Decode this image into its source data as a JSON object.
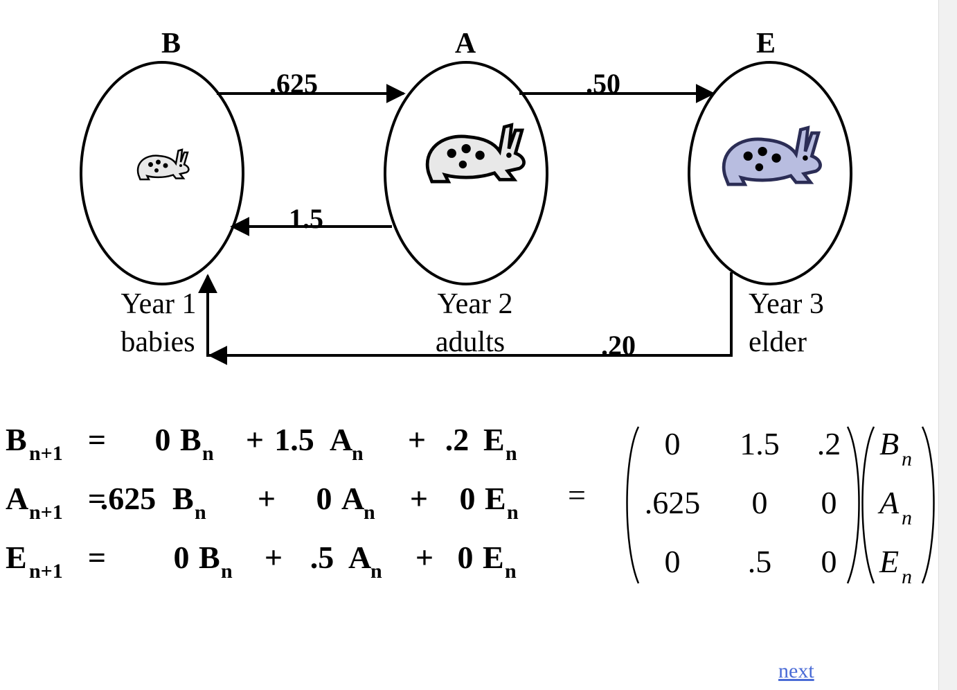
{
  "stages": [
    {
      "id": "B",
      "letter": "B",
      "year": "Year 1",
      "name": "babies"
    },
    {
      "id": "A",
      "letter": "A",
      "year": "Year 2",
      "name": "adults"
    },
    {
      "id": "E",
      "letter": "E",
      "year": "Year 3",
      "name": "elder"
    }
  ],
  "transitions": {
    "b_to_a": ".625",
    "a_to_e": ".50",
    "a_to_b": "1.5",
    "e_to_b": ".20"
  },
  "equations": [
    {
      "lhs": "B",
      "lhs_sub": "n+1",
      "eq": "=",
      "terms": [
        {
          "coef": "0",
          "var": "B",
          "sub": "n"
        },
        {
          "op": "+"
        },
        {
          "coef": "1.5",
          "var": "A",
          "sub": "n"
        },
        {
          "op": "+"
        },
        {
          "coef": ".2",
          "var": "E",
          "sub": "n"
        }
      ]
    },
    {
      "lhs": "A",
      "lhs_sub": "n+1",
      "eq": "=",
      "terms": [
        {
          "coef": ".625",
          "var": "B",
          "sub": "n"
        },
        {
          "op": "+"
        },
        {
          "coef": "0",
          "var": "A",
          "sub": "n"
        },
        {
          "op": "+"
        },
        {
          "coef": "0",
          "var": "E",
          "sub": "n"
        }
      ]
    },
    {
      "lhs": "E",
      "lhs_sub": "n+1",
      "eq": "=",
      "terms": [
        {
          "coef": "0",
          "var": "B",
          "sub": "n"
        },
        {
          "op": "+"
        },
        {
          "coef": ".5",
          "var": "A",
          "sub": "n"
        },
        {
          "op": "+"
        },
        {
          "coef": "0",
          "var": "E",
          "sub": "n"
        }
      ]
    }
  ],
  "matrix_equals": "=",
  "matrix": [
    [
      "0",
      "1.5",
      ".2"
    ],
    [
      ".625",
      "0",
      "0"
    ],
    [
      "0",
      ".5",
      "0"
    ]
  ],
  "vector": [
    {
      "var": "B",
      "sub": "n"
    },
    {
      "var": "A",
      "sub": "n"
    },
    {
      "var": "E",
      "sub": "n"
    }
  ],
  "nav": {
    "next_label": "next"
  },
  "colors": {
    "link": "#4a6bd6",
    "line": "#000000",
    "rabbit_elder_tint": "#b8bde0"
  }
}
